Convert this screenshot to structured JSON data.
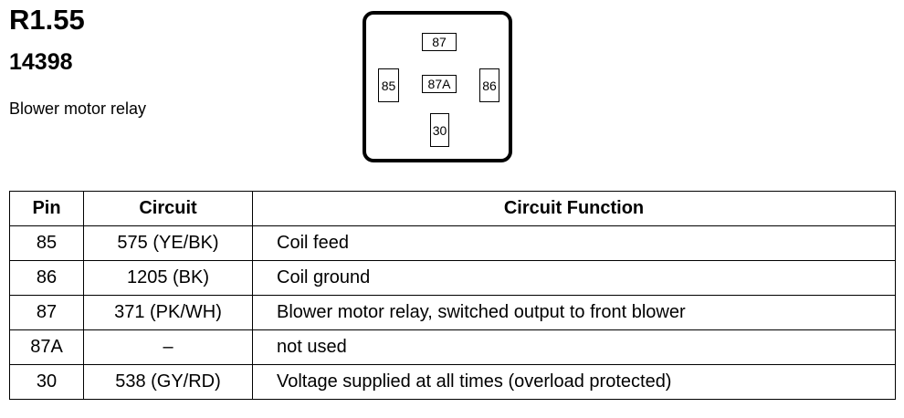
{
  "header": {
    "ref_id": "R1.55",
    "part_number": "14398",
    "description": "Blower motor relay"
  },
  "connector": {
    "pins": {
      "p87": "87",
      "p85": "85",
      "p87a": "87A",
      "p86": "86",
      "p30": "30"
    }
  },
  "table": {
    "headers": {
      "pin": "Pin",
      "circuit": "Circuit",
      "function": "Circuit Function"
    },
    "rows": [
      {
        "pin": "85",
        "circuit": "575 (YE/BK)",
        "function": "Coil feed"
      },
      {
        "pin": "86",
        "circuit": "1205 (BK)",
        "function": "Coil ground"
      },
      {
        "pin": "87",
        "circuit": "371 (PK/WH)",
        "function": "Blower motor relay, switched output to front blower"
      },
      {
        "pin": "87A",
        "circuit": "–",
        "function": "not used"
      },
      {
        "pin": "30",
        "circuit": "538 (GY/RD)",
        "function": "Voltage supplied at all times (overload protected)"
      }
    ]
  }
}
